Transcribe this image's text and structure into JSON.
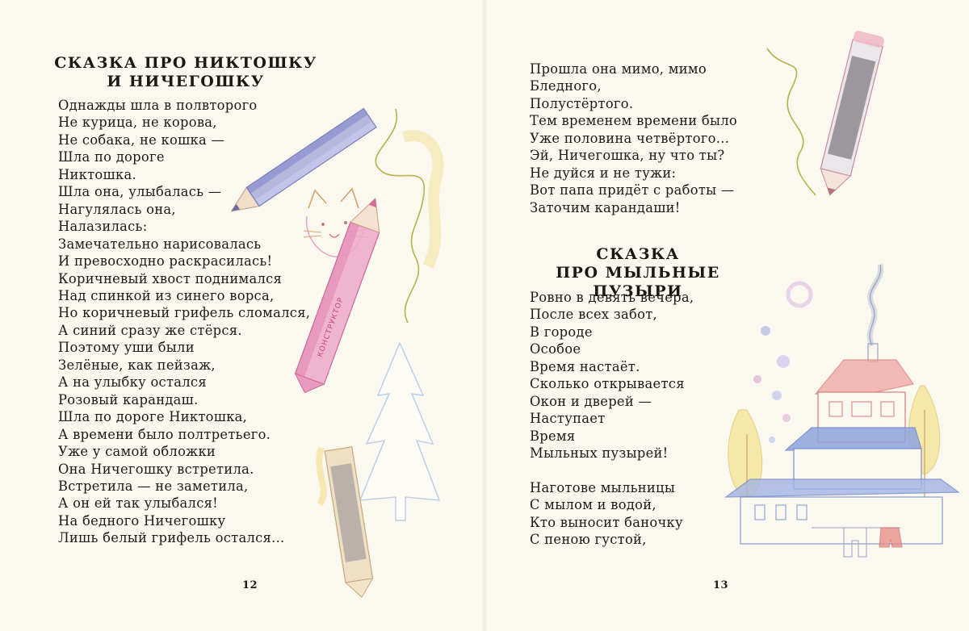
{
  "left_page": {
    "title_lines": [
      "СКАЗКА ПРО НИКТОШКУ",
      "И НИЧЕГОШКУ"
    ],
    "lines": [
      "Однажды шла в полвторого",
      "Не курица, не корова,",
      "Не собака, не кошка —",
      "Шла по дороге",
      "Никтошка.",
      "Шла она, улыбалась —",
      "Нагулялась она,",
      "Налазилась:",
      "Замечательно нарисовалась",
      "И превосходно раскрасилась!",
      "Коричневый хвост поднимался",
      "Над спинкой из синего ворса,",
      "Но коричневый грифель сломался,",
      "А синий сразу же стёрся.",
      "Поэтому уши были",
      "Зелёные, как пейзаж,",
      "А на улыбку остался",
      "Розовый карандаш.",
      "Шла по дороге Никтошка,",
      "А времени было полтретьего.",
      "Уже у самой обложки",
      "Она Ничегошку встретила.",
      "Встретила — не заметила,",
      "А он ей так улыбался!",
      "На бедного Ничегошку",
      "Лишь белый грифель остался..."
    ],
    "page_number": "12",
    "pencil_label": "КОНСТРУКТОР"
  },
  "right_page": {
    "lines_top": [
      "Прошла она мимо, мимо",
      "Бледного,",
      "Полустёртого.",
      "Тем временем времени было",
      "Уже половина четвёртого...",
      "Эй, Ничегошка, ну что ты?",
      "Не дуйся и не тужи:",
      "Вот папа придёт с работы —",
      "Заточим карандаши!"
    ],
    "title_lines": [
      "СКАЗКА",
      "ПРО МЫЛЬНЫЕ ПУЗЫРИ"
    ],
    "lines_bottom": [
      "Ровно в девять вечера,",
      "После всех забот,",
      "В городе",
      "Особое",
      "Время настаёт.",
      "Сколько открывается",
      "Окон и дверей —",
      "Наступает",
      "Время",
      "Мыльных пузырей!",
      "",
      "Наготове мыльницы",
      "С мылом и водой,",
      "Кто выносит баночку",
      "С пеною густой,"
    ],
    "page_number": "13"
  },
  "colors": {
    "paper": "#fbf8ef",
    "text": "#1d1a17",
    "pencil_blue": "#8f95cf",
    "pencil_pink": "#e7a2c4",
    "pencil_gray": "#8e8c92",
    "wash_yellow": "#f3de7c",
    "roof_red": "#e98a86",
    "roof_blue": "#7f96d8"
  },
  "icons": [
    "blue-pencil-illustration",
    "pink-pencil-illustration",
    "cat-face-illustration",
    "tree-illustration",
    "gray-pencil-illustration",
    "house-illustration",
    "soap-bubbles-illustration"
  ]
}
